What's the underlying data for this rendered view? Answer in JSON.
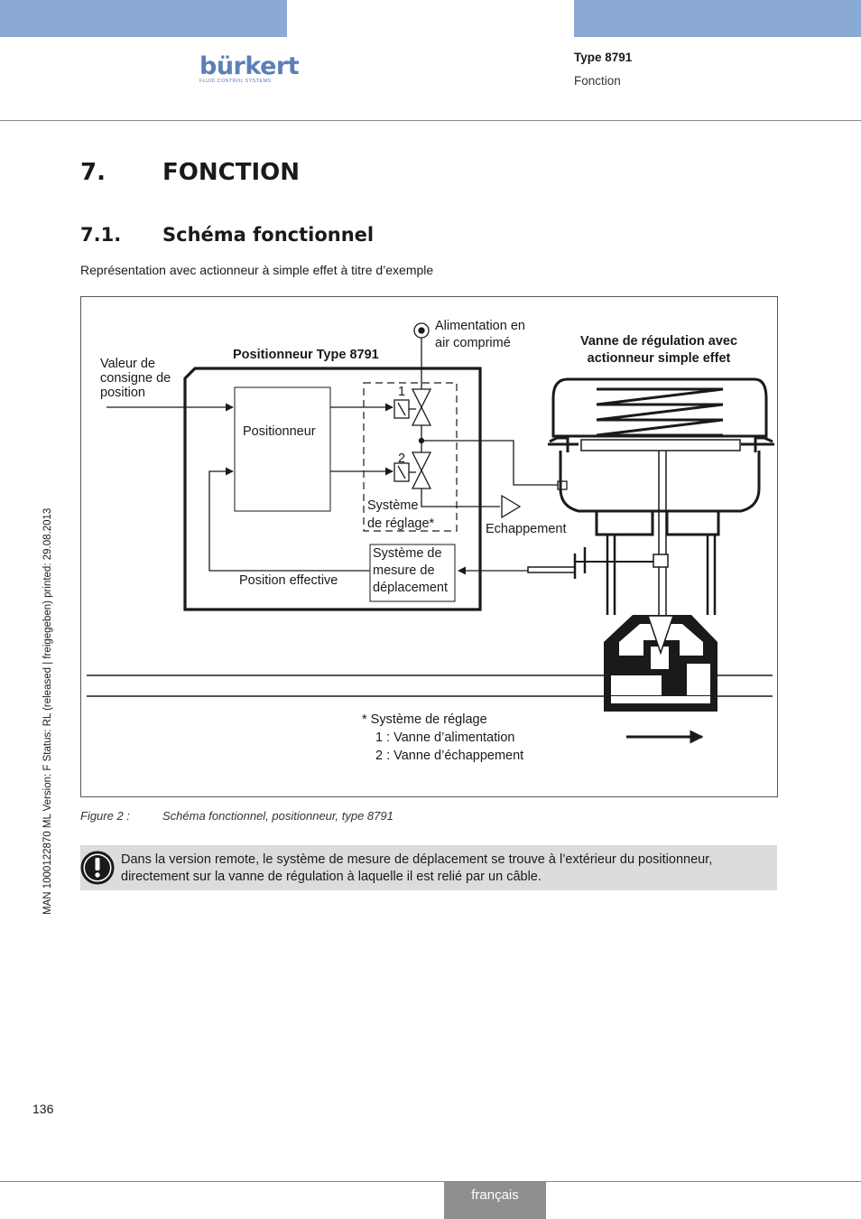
{
  "header": {
    "logo_word": "bürkert",
    "logo_tagline": "FLUID CONTROL SYSTEMS",
    "type": "Type 8791",
    "section": "Fonction"
  },
  "heading1": {
    "number": "7.",
    "title": "FONCTION"
  },
  "heading2": {
    "number": "7.1.",
    "title": "Schéma fonctionnel"
  },
  "intro": "Représentation avec actionneur à simple effet à titre d’exemple",
  "diagram": {
    "valeur": [
      "Valeur de",
      "consigne de",
      "position"
    ],
    "positioner_title": "Positionneur Type 8791",
    "positionneur": "Positionneur",
    "alimentation": [
      "Alimentation en",
      "air comprimé"
    ],
    "valve_title": [
      "Vanne de régulation avec",
      "actionneur simple effet"
    ],
    "valve1": "1",
    "valve2": "2",
    "systeme_reglage": [
      "Système",
      "de réglage*"
    ],
    "echappement": "Echappement",
    "mesure": [
      "Système de",
      "mesure de",
      "déplacement"
    ],
    "position_effective": "Position effective",
    "legend": [
      "*  Système de réglage",
      "1 : Vanne d’alimentation",
      "2 : Vanne d’échappement"
    ]
  },
  "caption": {
    "label": "Figure 2 :",
    "text": "Schéma fonctionnel, positionneur, type 8791"
  },
  "note": {
    "icon": "exclamation-icon",
    "text": "Dans la version remote, le système de mesure de déplacement se trouve à l’extérieur du positionneur, directement sur la vanne de régulation à laquelle il est relié par un câble."
  },
  "side_text": "MAN  1000122870  ML  Version: F  Status: RL (released | freigegeben)  printed: 29.08.2013",
  "page_number": "136",
  "language_tab": "français",
  "colors": {
    "header_bar": "#8aaad3",
    "logo": "#5a80b8",
    "note_bg": "#dcdcdc",
    "lang_tab": "#8f8f8f"
  }
}
